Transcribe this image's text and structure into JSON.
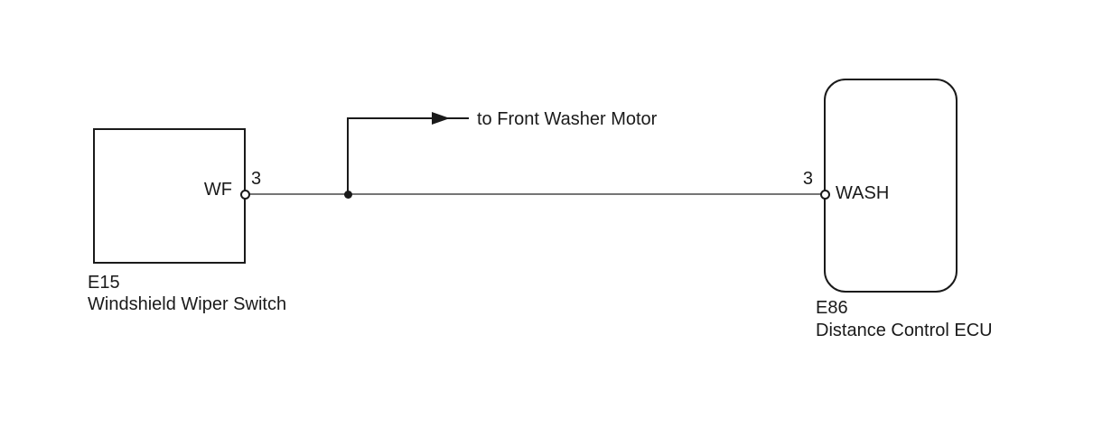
{
  "diagram": {
    "type": "wiring-diagram",
    "components": {
      "left": {
        "id": "E15",
        "name": "Windshield Wiper Switch",
        "pin_label": "WF",
        "pin_number": "3"
      },
      "right": {
        "id": "E86",
        "name": "Distance Control ECU",
        "pin_label": "WASH",
        "pin_number": "3"
      }
    },
    "branch": {
      "label": "to Front Washer Motor"
    },
    "colors": {
      "line": "#1a1a1a",
      "wire": "#757575",
      "text": "#1a1a1a",
      "background": "#ffffff"
    }
  }
}
